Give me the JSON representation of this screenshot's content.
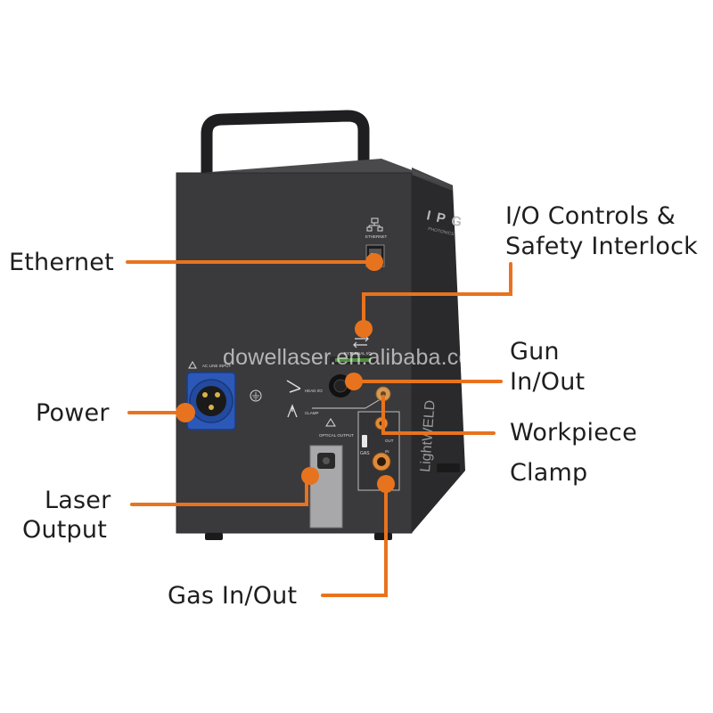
{
  "callouts": {
    "ethernet": "Ethernet",
    "io_line1": "I/O Controls &",
    "io_line2": "Safety Interlock",
    "power": "Power",
    "gun_line1": "Gun",
    "gun_line2": "In/Out",
    "workpiece": "Workpiece",
    "clamp": "Clamp",
    "laser_line1": "Laser",
    "laser_line2": "Output",
    "gas": "Gas In/Out"
  },
  "device": {
    "brand": "IPG",
    "brand_sub": "PHOTONICS",
    "product": "LightWELD",
    "port_ethernet": "ETHERNET",
    "port_external_io": "EXTERNAL I/O",
    "port_head_io": "HEAD I/O",
    "port_clamp": "CLAMP",
    "port_optical_output": "OPTICAL OUTPUT",
    "port_ac_input": "AC LINE INPUT",
    "port_gas": "GAS",
    "gas_out": "OUT",
    "gas_in": "IN"
  },
  "watermark": "dowellaser.en.alibaba.com",
  "colors": {
    "callout_line": "#e8731e",
    "body_dark": "#3a3a3c",
    "power_plug": "#2c58b8"
  }
}
